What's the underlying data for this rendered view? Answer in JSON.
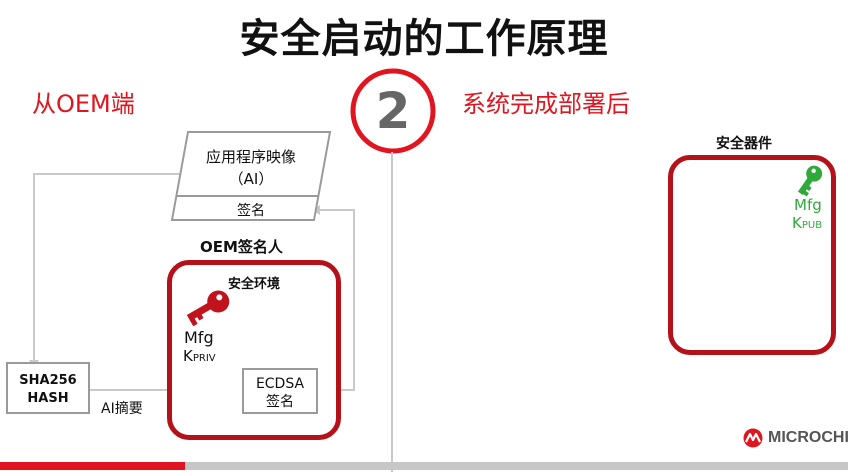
{
  "title": "安全启动的工作原理",
  "left_header": "从OEM端",
  "right_header": "系统完成部署后",
  "step_number": "2",
  "app_image": {
    "line1": "应用程序映像",
    "line2": "（AI）",
    "signature": "签名"
  },
  "oem_signer": {
    "label": "OEM签名人",
    "env_label": "安全环境",
    "key_line1": "Mfg",
    "key_line2_prefix": "K",
    "key_line2_sub": "PRIV"
  },
  "ecdsa": {
    "line1": "ECDSA",
    "line2": "签名"
  },
  "sha": {
    "line1": "SHA256",
    "line2": "HASH"
  },
  "digest_label": "AI摘要",
  "secure_element": {
    "label": "安全器件",
    "key_line1": "Mfg",
    "key_line2_prefix": "K",
    "key_line2_sub": "PUB"
  },
  "logo_text": "MICROCHIP",
  "colors": {
    "red": "#e0151f",
    "dark_red": "#b4111b",
    "green": "#2faa3a",
    "gray_line": "#c9c9c9"
  }
}
